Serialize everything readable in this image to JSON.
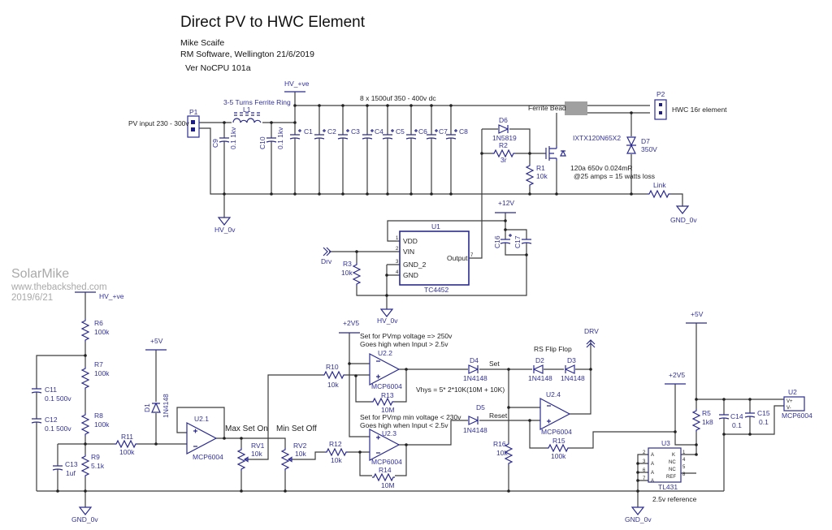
{
  "header": {
    "title": "Direct PV to HWC Element",
    "author": "Mike Scaife",
    "company": "RM Software, Wellington 21/6/2019",
    "version": "Ver NoCPU 101a"
  },
  "watermark": {
    "name": "SolarMike",
    "site": "www.thebackshed.com",
    "date": "2019/6/21"
  },
  "colors": {
    "components": "#2b2b8f",
    "wires": "#3c3c3c",
    "ferrite_bead": "#a0a0a0"
  },
  "power_stage": {
    "pv_input": "PV input 230 - 300v",
    "p1": "P1",
    "l1_note": "3-5 Turns Ferrite Ring",
    "l1": "L1",
    "c9": "C9",
    "c9_val": "0.1 1kv",
    "c10": "C10",
    "c10_val": "0.1 1kv",
    "hv_pos": "HV_+ve",
    "hv_0v": "HV_0v",
    "cap_note": "8 x 1500uf 350 - 400v dc",
    "caps": [
      "C1",
      "C2",
      "C3",
      "C4",
      "C5",
      "C6",
      "C7",
      "C8"
    ],
    "ferrite_bead": "Ferrite Bead",
    "p2": "P2",
    "hwc": "HWC 16r element",
    "d6": "D6",
    "d6_val": "1N5819",
    "r2": "R2",
    "r2_val": "3r",
    "r1": "R1",
    "r1_val": "10k",
    "mosfet": "IXTX120N65X2",
    "mosfet_note1": "120a 650v 0.024mR",
    "mosfet_note2": "@25 amps = 15 watts loss",
    "d7": "D7",
    "d7_val": "350V",
    "link": "Link",
    "gnd": "GND_0v"
  },
  "driver": {
    "v12": "+12V",
    "u1": "U1",
    "u1_part": "TC4452",
    "pins": {
      "vdd": "VDD",
      "vin": "VIN",
      "gnd2": "GND_2",
      "gnd": "GND",
      "output": "Output"
    },
    "pin_nums": {
      "vdd": "1",
      "vin": "2",
      "gnd2": "3",
      "gnd": "4",
      "output": "7"
    },
    "c16": "C16",
    "c17": "C17",
    "drv": "Drv",
    "r3": "R3",
    "r3_val": "10k",
    "hv_0v": "HV_0v"
  },
  "control": {
    "hv_pos": "HV_+ve",
    "r6": "R6",
    "r6_val": "100k",
    "r7": "R7",
    "r7_val": "100k",
    "r8": "R8",
    "r8_val": "100k",
    "r9": "R9",
    "r9_val": "5.1k",
    "c11": "C11",
    "c11_val": "0.1 500v",
    "c12": "C12",
    "c12_val": "0.1 500v",
    "c13": "C13",
    "c13_val": "1uf",
    "gnd": "GND_0v",
    "v5": "+5V",
    "d1": "D1",
    "d1_val": "1N4148",
    "r11": "R11",
    "r11_val": "100k",
    "u21": "U2.1",
    "u21_part": "MCP6004",
    "max_set_on": "Max Set On",
    "min_set_off": "Min Set Off",
    "rv1": "RV1",
    "rv1_val": "10k",
    "rv2": "RV2",
    "rv2_val": "10k",
    "r10": "R10",
    "r10_val": "10k",
    "r12": "R12",
    "r12_val": "10k",
    "v2v5": "+2V5",
    "u22_note1": "Set for PVmp voltage => 250v",
    "u22_note2": "Goes high when Input > 2.5v",
    "u22": "U2.2",
    "u22_part": "MCP6004",
    "r13": "R13",
    "r13_val": "10M",
    "vhys": "Vhys = 5* 2*10K(10M + 10K)",
    "u23_note1": "Set for PVmp min voltage < 230v",
    "u23_note2": "Goes high when Input < 2.5v",
    "u23": "U2.3",
    "u23_part": "MCP6004",
    "r14": "R14",
    "r14_val": "10M",
    "d4": "D4",
    "d4_val": "1N4148",
    "d5": "D5",
    "d5_val": "1N4148",
    "set": "Set",
    "reset": "Reset",
    "rs_flip_flop": "RS Flip Flop",
    "d2": "D2",
    "d2_val": "1N4148",
    "d3": "D3",
    "d3_val": "1N4148",
    "drv": "DRV",
    "u24": "U2.4",
    "u24_part": "MCP6004",
    "r15": "R15",
    "r15_val": "100k",
    "r16": "R16",
    "r16_val": "10k"
  },
  "reference": {
    "v5": "+5V",
    "v2v5": "+2V5",
    "r5": "R5",
    "r5_val": "1k8",
    "u3": "U3",
    "u3_part": "TL431",
    "u3_left_pins": [
      "A",
      "A",
      "A",
      "A"
    ],
    "u3_left_nums": [
      "2",
      "3",
      "6",
      "7"
    ],
    "u3_right_pins": [
      "K",
      "NC",
      "NC",
      "REF"
    ],
    "u3_right_nums": [
      "1",
      "4",
      "5",
      "8"
    ],
    "c14": "C14",
    "c14_val": "0.1",
    "c15": "C15",
    "c15_val": "0.1",
    "u2": "U2",
    "u2_part": "MCP6004",
    "u2_vp": "V+",
    "u2_vm": "V-",
    "gnd": "GND_0v",
    "note": "2.5v reference"
  }
}
